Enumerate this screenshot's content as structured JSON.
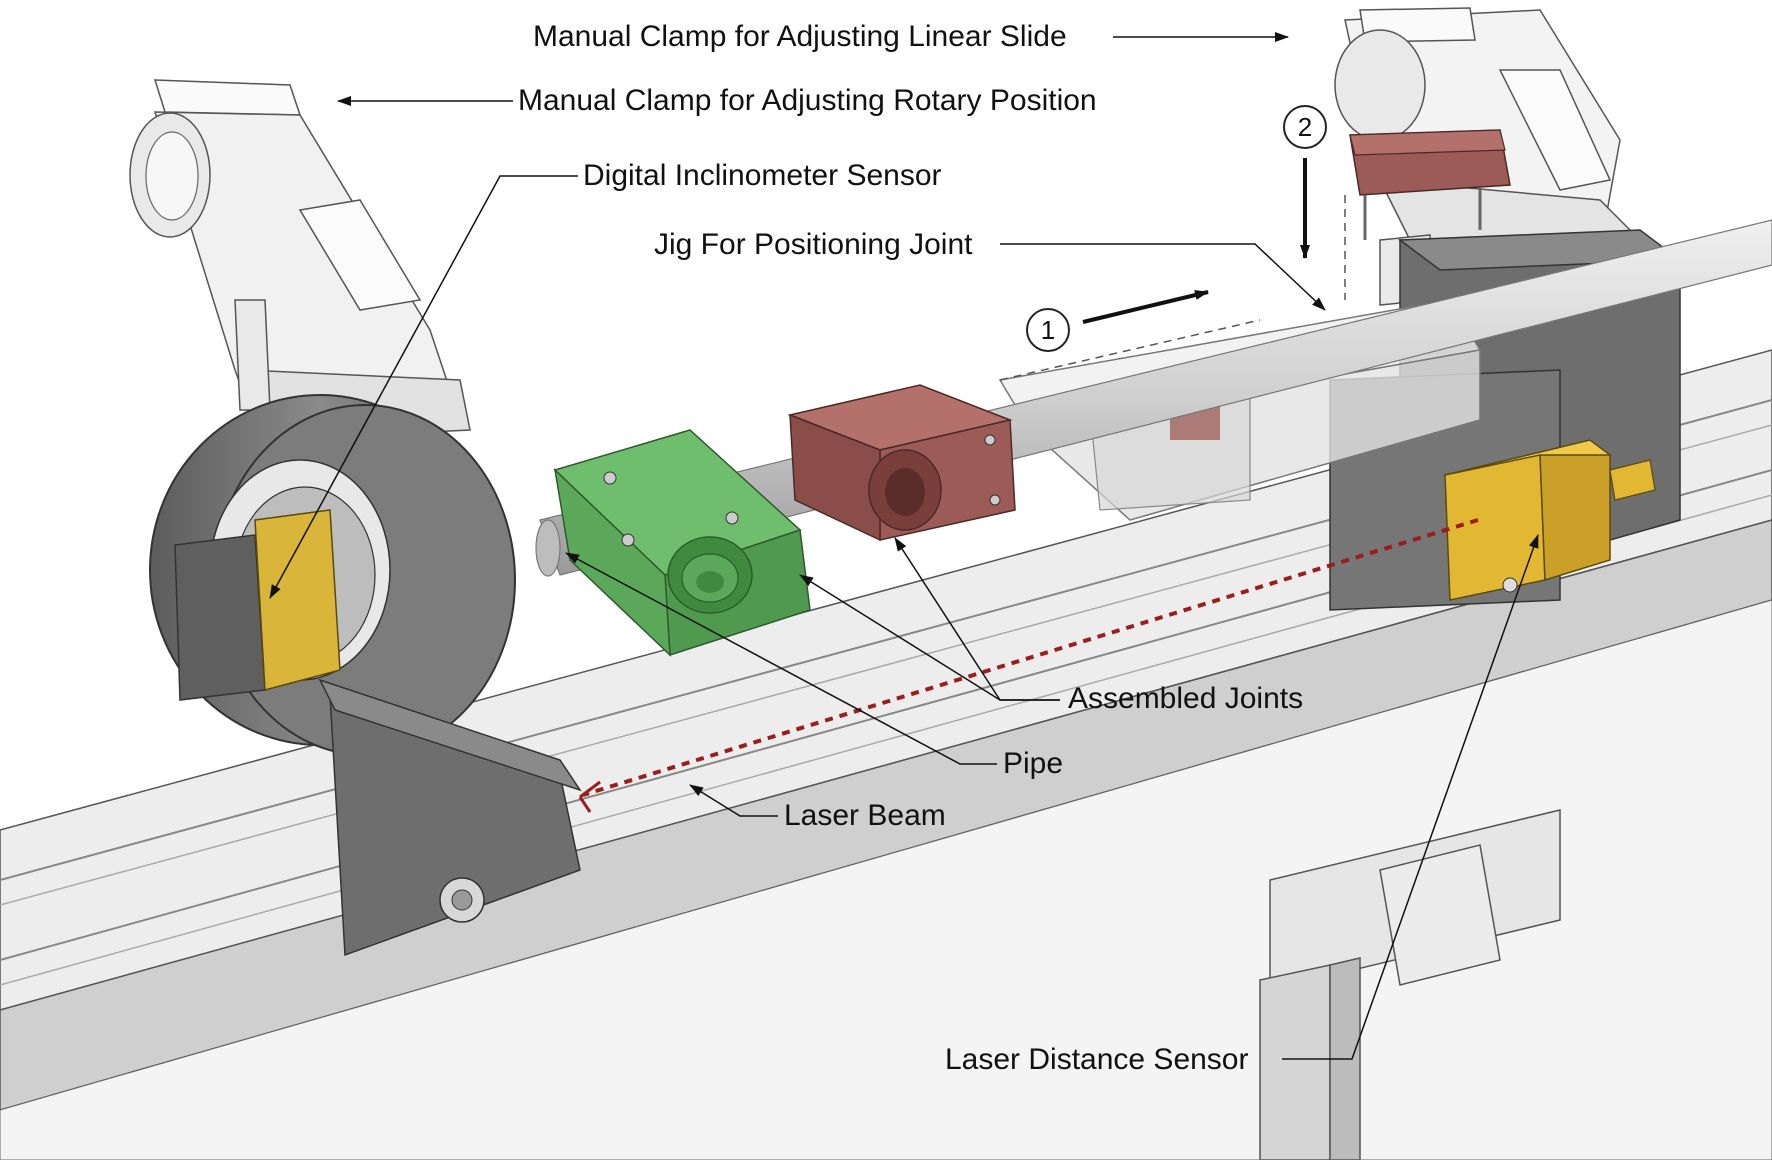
{
  "labels": {
    "linear_clamp": "Manual Clamp for Adjusting Linear Slide",
    "rotary_clamp": "Manual Clamp for Adjusting Rotary Position",
    "inclinometer": "Digital Inclinometer Sensor",
    "jig": "Jig For Positioning Joint",
    "joints": "Assembled Joints",
    "pipe": "Pipe",
    "laser_beam": "Laser Beam",
    "distance_sensor": "Laser Distance Sensor"
  },
  "steps": {
    "one": "1",
    "two": "2"
  },
  "colors": {
    "rail": "#e7e7e7",
    "dark_part": "#6f6f6f",
    "clamp_white": "#f1f1f1",
    "joint_green": "#5fa85e",
    "joint_red": "#9c5b56",
    "sensor_yellow": "#e2b833",
    "laser_red": "#9b1d1d",
    "pipe": "#cfcfcf"
  }
}
